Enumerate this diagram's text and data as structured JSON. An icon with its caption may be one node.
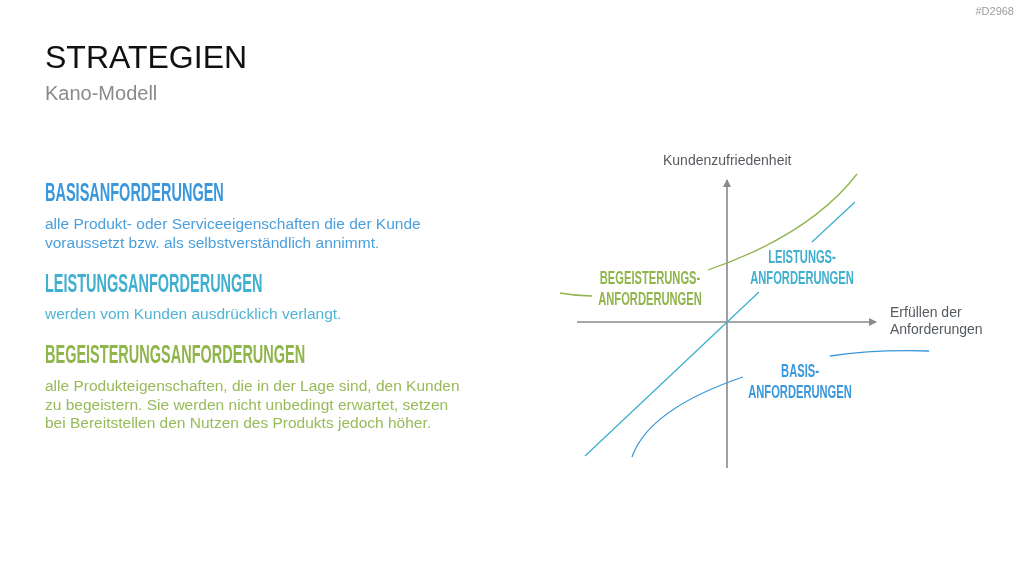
{
  "diagram": {
    "title": "STRATEGIEN",
    "labels": [
      "#D2968",
      "Kano-Modell",
      "BASISANFORDERUNGEN",
      "alle Produkt- oder Serviceeigenschaften die der Kunde voraussetzt bzw. als selbstverständlich annimmt.",
      "LEISTUNGSANFORDERUNGEN",
      "werden vom Kunden ausdrücklich verlangt.",
      "BEGEISTERUNGSANFORDERUNGEN",
      "alle Produkteigenschaften, die in der Lage sind, den Kunden zu begeistern. Sie werden nicht unbedingt erwartet, setzen bei Bereitstellen den Nutzen des Produkts jedoch höher.",
      "Kundenzufriedenheit",
      "LEISTUNGS- ANFORDERUNGEN",
      "BEGEISTERUNGS- ANFORDERUNGEN",
      "Erfüllen der Anforderungen",
      "BASIS- ANFORDERUNGEN"
    ]
  }
}
